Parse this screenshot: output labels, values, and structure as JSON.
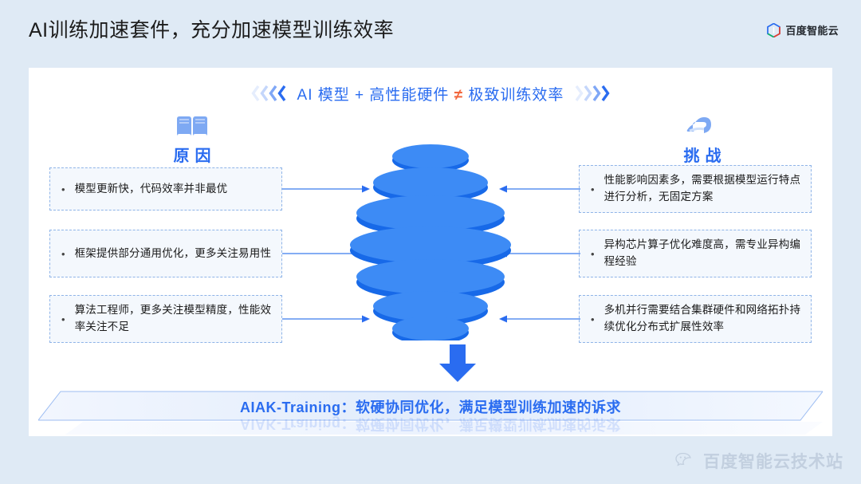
{
  "header": {
    "title": "AI训练加速套件，充分加速模型训练效率",
    "brand": "百度智能云",
    "brand_icon": "baidu-cloud-hexagon-icon"
  },
  "ribbon": {
    "left_chevrons_icon": "double-chevron-left-icon",
    "right_chevrons_icon": "double-chevron-right-icon",
    "text_part1": "AI 模型 + 高性能硬件 ",
    "neq_symbol": "≠",
    "text_part2": " 极致训练效率"
  },
  "columns": {
    "left": {
      "icon": "open-book-icon",
      "label": "原因",
      "items": [
        {
          "bullet": "•",
          "text": "模型更新快，代码效率并非最优"
        },
        {
          "bullet": "•",
          "text": "框架提供部分通用优化，更多关注易用性"
        },
        {
          "bullet": "•",
          "text": "算法工程师，更多关注模型精度，性能效率关注不足"
        }
      ]
    },
    "right": {
      "icon": "flexed-arm-icon",
      "label": "挑战",
      "items": [
        {
          "bullet": "•",
          "text": "性能影响因素多，需要根据模型运行特点进行分析，无固定方案"
        },
        {
          "bullet": "•",
          "text": "异构芯片算子优化难度高，需专业异构编程经验"
        },
        {
          "bullet": "•",
          "text": "多机并行需要结合集群硬件和网络拓扑持续优化分布式扩展性效率"
        }
      ]
    }
  },
  "center": {
    "graphic": "stacked-disc-sphere-icon",
    "disc_count": 7,
    "down_arrow_icon": "arrow-down-icon"
  },
  "bottom_banner": {
    "caption": "AIAK-Training：软硬协同优化，满足模型训练加速的诉求"
  },
  "watermark": {
    "icon": "wechat-icon",
    "text": "百度智能云技术站"
  },
  "colors": {
    "page_background": "#dfeaf5",
    "card_background": "#ffffff",
    "accent_blue": "#2a6cf0",
    "sphere_blue_light": "#3d8bf5",
    "sphere_blue_dark": "#1769e8",
    "neq_orange": "#f2673d",
    "box_fill": "#f4f8fd",
    "box_border": "#8fb4e8"
  }
}
